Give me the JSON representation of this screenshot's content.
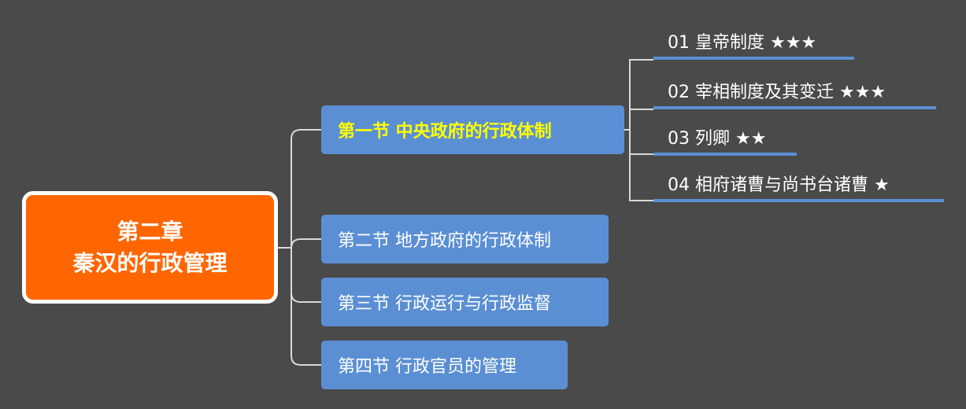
{
  "root": {
    "line1": "第二章",
    "line2": "秦汉的行政管理",
    "color": "#ff6600"
  },
  "sections": [
    {
      "label": "第一节 中央政府的行政体制",
      "active": true
    },
    {
      "label": "第二节 地方政府的行政体制",
      "active": false
    },
    {
      "label": "第三节 行政运行与行政监督",
      "active": false
    },
    {
      "label": "第四节 行政官员的管理",
      "active": false
    }
  ],
  "topics": [
    {
      "label": "01 皇帝制度 ★★★"
    },
    {
      "label": "02 宰相制度及其变迁 ★★★"
    },
    {
      "label": "03 列卿 ★★"
    },
    {
      "label": "04 相府诸曹与尚书台诸曹 ★"
    }
  ],
  "colors": {
    "background": "#4a4a4a",
    "section_fill": "#5b8fd4",
    "active_text": "#ffff00",
    "connector": "#dddddd"
  }
}
